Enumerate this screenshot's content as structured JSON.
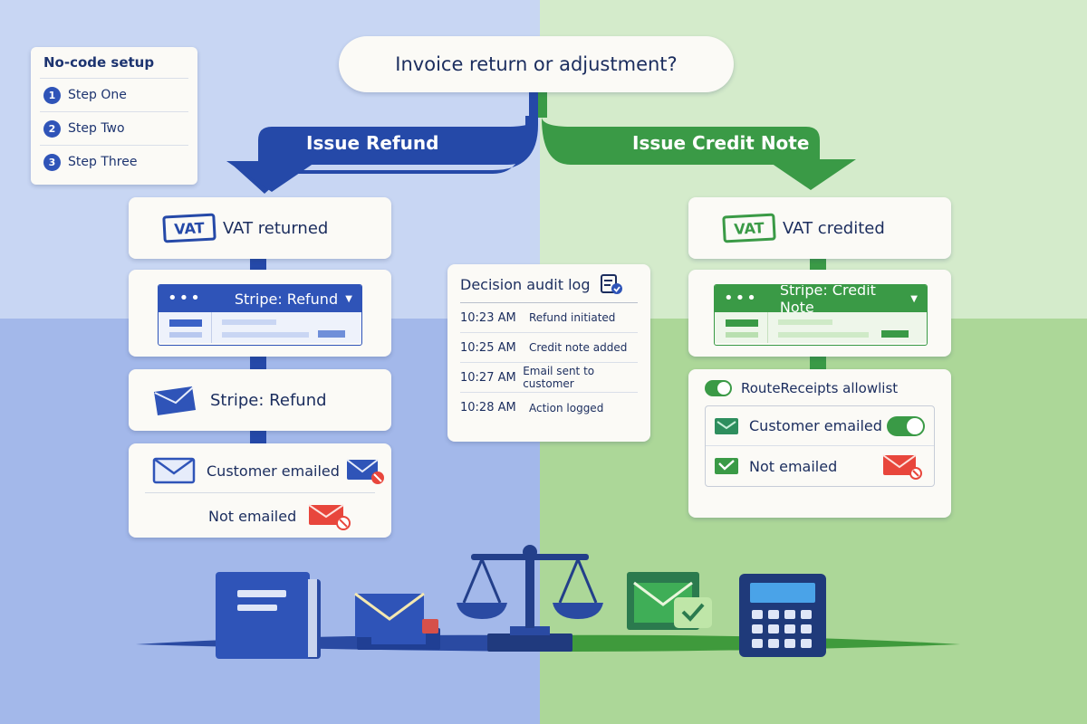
{
  "setup": {
    "title": "No-code setup",
    "steps": [
      {
        "num": "1",
        "label": "Step One"
      },
      {
        "num": "2",
        "label": "Step Two"
      },
      {
        "num": "3",
        "label": "Step Three"
      }
    ]
  },
  "question": "Invoice return or adjustment?",
  "left": {
    "branch_label": "Issue Refund",
    "vat_badge": "VAT",
    "vat_text": "VAT returned",
    "stripe_window_title": "Stripe: Refund",
    "stripe_text": "Stripe: Refund",
    "customer_emailed": "Customer emailed",
    "not_emailed": "Not emailed"
  },
  "right": {
    "branch_label": "Issue Credit Note",
    "vat_badge": "VAT",
    "vat_text": "VAT credited",
    "stripe_window_title": "Stripe: Credit Note",
    "allowlist": "RouteReceipts allowlist",
    "customer_emailed": "Customer emailed",
    "not_emailed": "Not emailed"
  },
  "audit": {
    "title": "Decision audit log",
    "rows": [
      {
        "time": "10:23 AM",
        "event": "Refund initiated"
      },
      {
        "time": "10:25 AM",
        "event": "Credit note added"
      },
      {
        "time": "10:27 AM",
        "event": "Email sent to customer"
      },
      {
        "time": "10:28 AM",
        "event": "Action logged"
      }
    ]
  },
  "colors": {
    "blue": "#2549a8",
    "green": "#3a9a46",
    "red": "#e8463c"
  }
}
